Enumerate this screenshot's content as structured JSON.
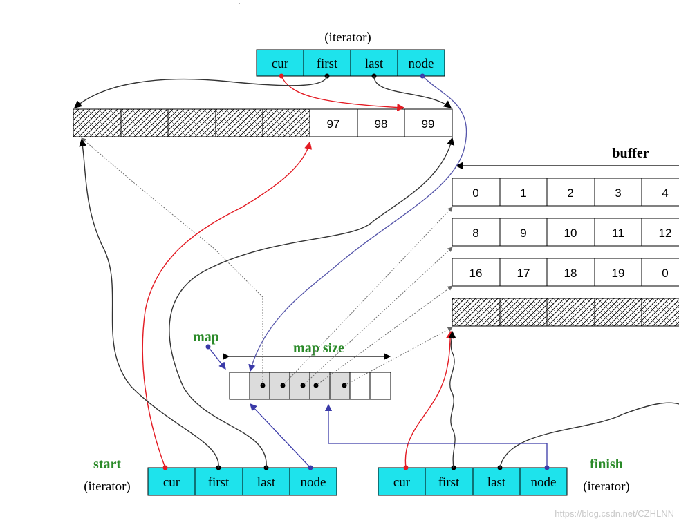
{
  "top_iterator": {
    "title": "(iterator)",
    "fields": [
      "cur",
      "first",
      "last",
      "node"
    ]
  },
  "top_buffer": {
    "values": [
      "97",
      "98",
      "99"
    ]
  },
  "buffer_label": "buffer",
  "buffers": [
    [
      "0",
      "1",
      "2",
      "3",
      "4"
    ],
    [
      "8",
      "9",
      "10",
      "11",
      "12"
    ],
    [
      "16",
      "17",
      "18",
      "19",
      "0"
    ]
  ],
  "map": {
    "label": "map",
    "size_label": "map  size"
  },
  "start": {
    "label": "start",
    "sub": "(iterator)",
    "fields": [
      "cur",
      "first",
      "last",
      "node"
    ]
  },
  "finish": {
    "label": "finish",
    "sub": "(iterator)",
    "fields": [
      "cur",
      "first",
      "last",
      "node"
    ]
  },
  "watermark": "https://blog.csdn.net/CZHLNN",
  "colors": {
    "cyan": "#1ee3ec",
    "red_pointer": "#e31b23",
    "blue_pointer": "#3a3aa8",
    "green_label": "#2a8a28"
  }
}
